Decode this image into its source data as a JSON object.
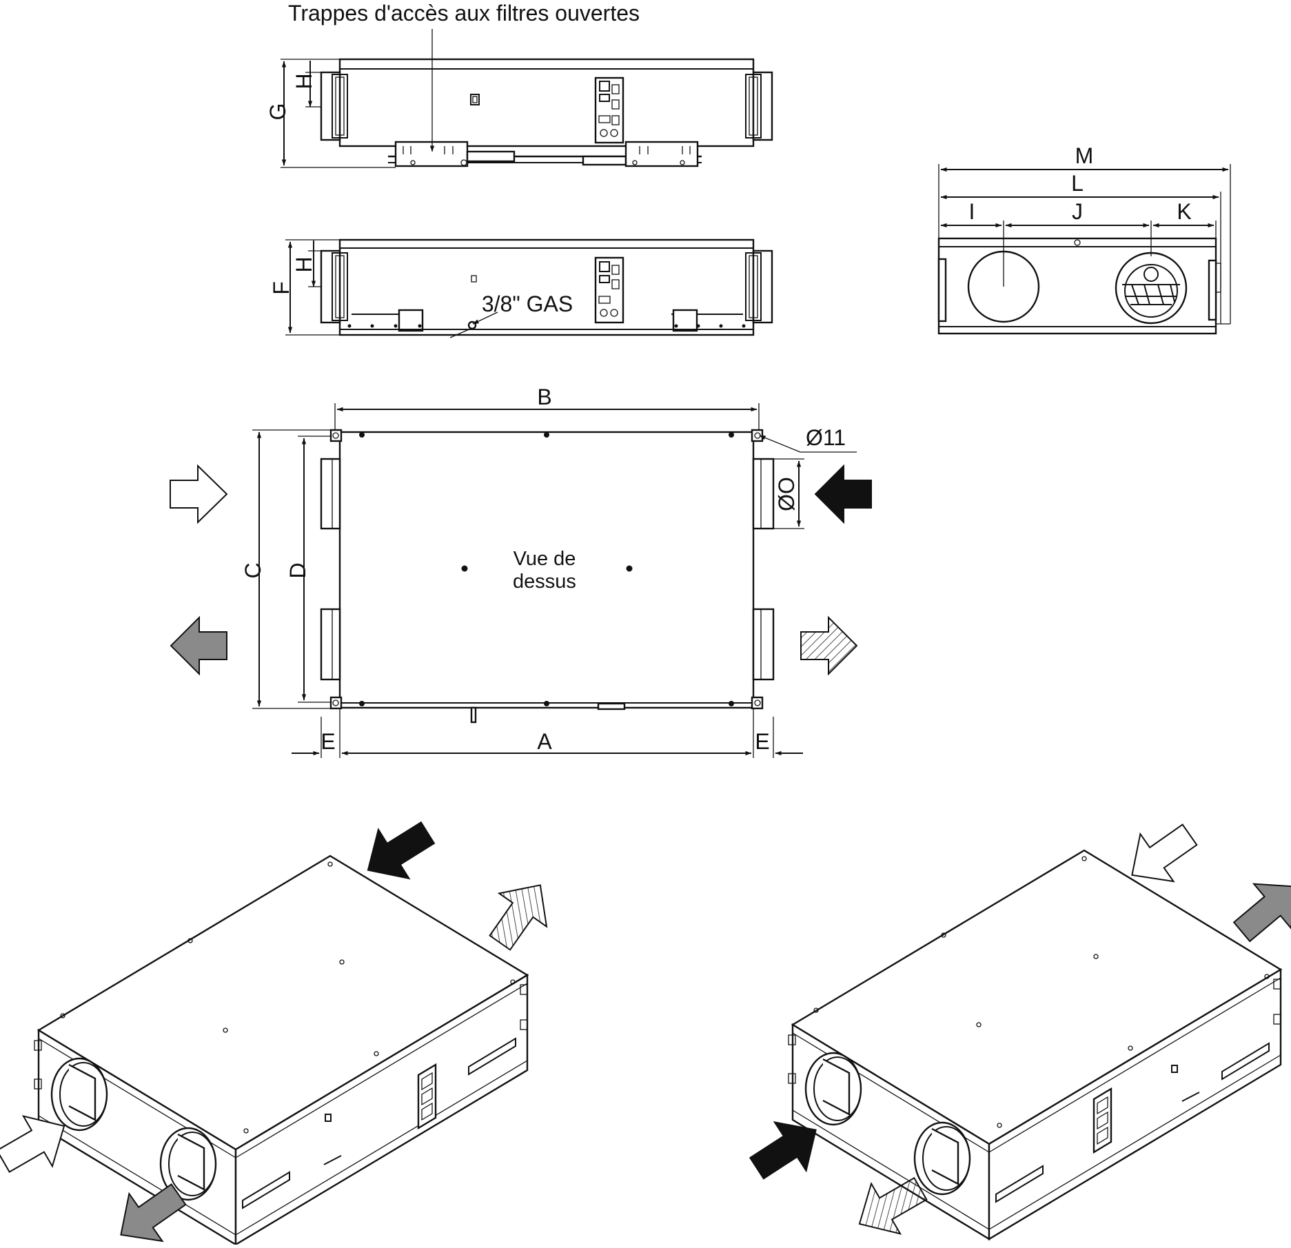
{
  "labels": {
    "filter_doors": "Trappes d'accès aux filtres ouvertes",
    "gas": "3/8\" GAS",
    "hole": "Ø11",
    "duct_diameter": "ØO",
    "top_view_line1": "Vue de",
    "top_view_line2": "dessus"
  },
  "dimensions": {
    "A": "A",
    "B": "B",
    "C": "C",
    "D": "D",
    "E": "E",
    "F": "F",
    "G": "G",
    "H": "H",
    "I": "I",
    "J": "J",
    "K": "K",
    "L": "L",
    "M": "M"
  },
  "colors": {
    "outline": "#111111",
    "arrow_black": "#111111",
    "arrow_grey": "#8a8a8a",
    "arrow_white": "#ffffff"
  },
  "arrows": [
    {
      "view": "top",
      "fill": "white",
      "direction": "right",
      "pattern": "none"
    },
    {
      "view": "top",
      "fill": "black",
      "direction": "left",
      "pattern": "none"
    },
    {
      "view": "top",
      "fill": "grey",
      "direction": "left",
      "pattern": "none"
    },
    {
      "view": "top",
      "fill": "white",
      "direction": "right",
      "pattern": "hatched"
    }
  ]
}
